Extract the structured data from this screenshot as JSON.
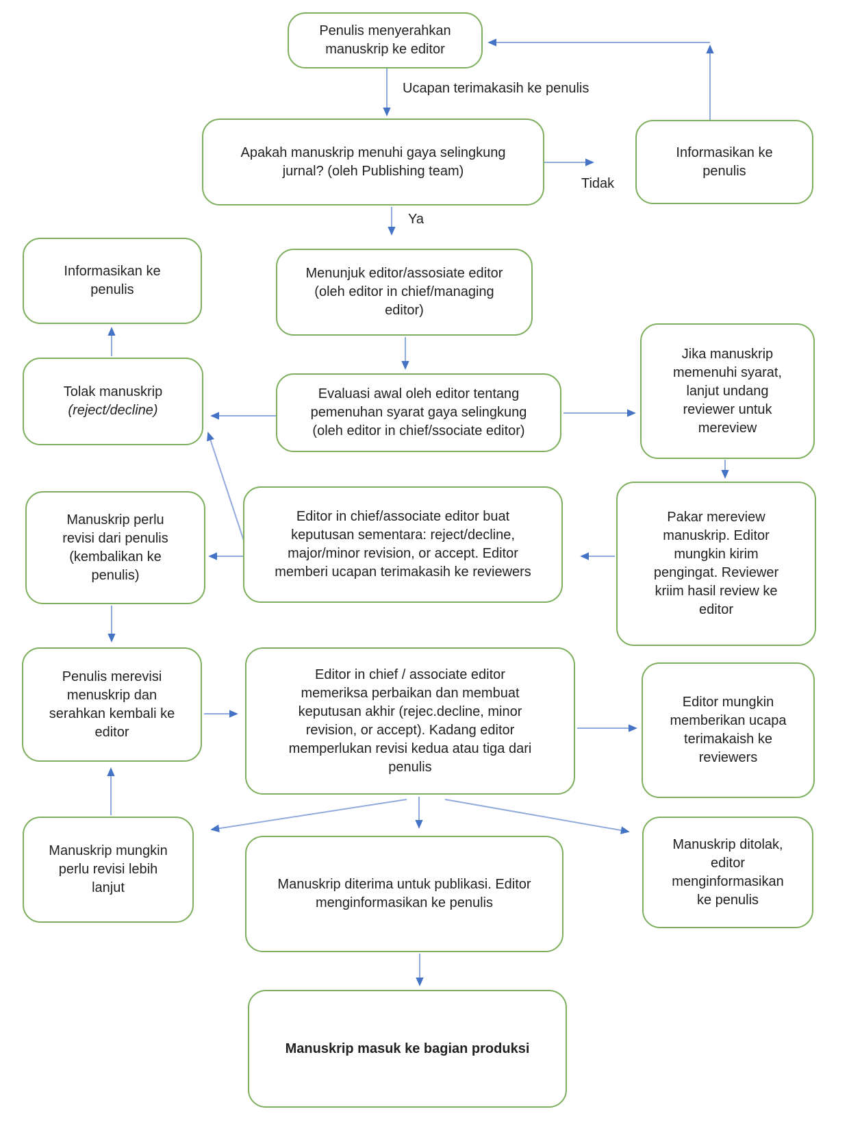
{
  "diagram": {
    "type": "flowchart",
    "language": "Indonesian",
    "topic": "Manuscript editorial / peer review workflow",
    "colors": {
      "box_border": "#7CAE5C",
      "box_fill": "#FFFFFF",
      "connector_line": "#8FAADC",
      "arrow_head": "#4472C4",
      "text": "#1F1F1F",
      "background": "#FFFFFF"
    }
  },
  "nodes": {
    "submit": {
      "text": "Penulis menyerahkan\nmanuskrip ke editor"
    },
    "style_check": {
      "text": "Apakah manuskrip menuhi gaya selingkung\njurnal? (oleh Publishing team)"
    },
    "inform_author_right": {
      "text": "Informasikan ke\npenulis"
    },
    "appoint_editor": {
      "text": "Menunjuk editor/assosiate editor\n(oleh editor in chief/managing\neditor)"
    },
    "inform_author_left": {
      "text": "Informasikan ke\npenulis"
    },
    "reject": {
      "line1": "Tolak manuskrip",
      "line2": "(reject/decline)"
    },
    "initial_eval": {
      "text": "Evaluasi awal oleh editor tentang\npemenuhan syarat gaya selingkung\n(oleh editor in chief/ssociate editor)"
    },
    "invite_reviewer": {
      "text": "Jika manuskrip\nmemenuhi syarat,\nlanjut undang\nreviewer untuk\nmereview"
    },
    "expert_review": {
      "text": "Pakar mereview\nmanuskrip. Editor\nmungkin kirim\npengingat. Reviewer\nkriim hasil review ke\neditor"
    },
    "interim_decision": {
      "text": "Editor in chief/associate editor buat\nkeputusan sementara: reject/decline,\nmajor/minor revision, or accept. Editor\nmemberi ucapan terimakasih ke reviewers"
    },
    "needs_revision": {
      "text": "Manuskrip perlu\nrevisi dari penulis\n(kembalikan ke\npenulis)"
    },
    "author_revises": {
      "text": "Penulis merevisi\nmenuskrip dan\nserahkan kembali ke\neditor"
    },
    "final_decision": {
      "text": "Editor in chief / associate editor\nmemeriksa perbaikan dan membuat\nkeputusan akhir (rejec.decline, minor\nrevision, or accept). Kadang editor\nmemperlukan revisi kedua atau tiga dari\npenulis"
    },
    "editor_thanks": {
      "text": "Editor mungkin\nmemberikan ucapa\nterimakaish ke\nreviewers"
    },
    "further_revision": {
      "text": "Manuskrip mungkin\nperlu revisi lebih\nlanjut"
    },
    "accepted": {
      "text": "Manuskrip diterima untuk publikasi. Editor\nmenginformasikan ke penulis"
    },
    "rejected_final": {
      "text": "Manuskrip ditolak,\neditor\nmenginformasikan\nke penulis"
    },
    "production": {
      "text": "Manuskrip masuk ke bagian produksi"
    }
  },
  "labels": {
    "thanks_note": "Ucapan terimakasih ke penulis",
    "no_label": "Tidak",
    "yes_label": "Ya"
  },
  "edges": [
    {
      "from": "submit",
      "to": "style_check"
    },
    {
      "from": "inform_author_right",
      "to": "submit",
      "label": "Ucapan terimakasih ke penulis"
    },
    {
      "from": "style_check",
      "to": "inform_author_right",
      "label": "Tidak"
    },
    {
      "from": "style_check",
      "to": "appoint_editor",
      "label": "Ya"
    },
    {
      "from": "appoint_editor",
      "to": "initial_eval"
    },
    {
      "from": "initial_eval",
      "to": "reject"
    },
    {
      "from": "initial_eval",
      "to": "invite_reviewer"
    },
    {
      "from": "reject",
      "to": "inform_author_left"
    },
    {
      "from": "invite_reviewer",
      "to": "expert_review"
    },
    {
      "from": "expert_review",
      "to": "interim_decision"
    },
    {
      "from": "interim_decision",
      "to": "needs_revision"
    },
    {
      "from": "interim_decision",
      "to": "reject"
    },
    {
      "from": "needs_revision",
      "to": "author_revises"
    },
    {
      "from": "author_revises",
      "to": "final_decision"
    },
    {
      "from": "final_decision",
      "to": "editor_thanks"
    },
    {
      "from": "final_decision",
      "to": "further_revision"
    },
    {
      "from": "final_decision",
      "to": "accepted"
    },
    {
      "from": "final_decision",
      "to": "rejected_final"
    },
    {
      "from": "further_revision",
      "to": "author_revises"
    },
    {
      "from": "accepted",
      "to": "production"
    }
  ]
}
